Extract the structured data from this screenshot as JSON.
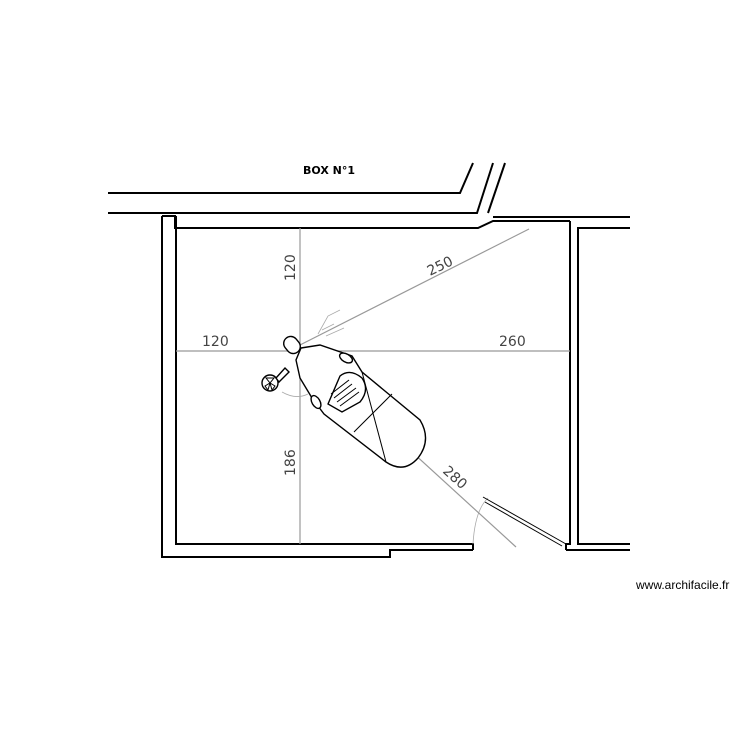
{
  "title": "BOX N°1",
  "watermark": "www.archifacile.fr",
  "dimensions": {
    "left_horizontal": "120",
    "right_horizontal": "260",
    "top_vertical": "120",
    "bottom_vertical": "186",
    "diagonal_upper": "250",
    "diagonal_lower": "280"
  }
}
